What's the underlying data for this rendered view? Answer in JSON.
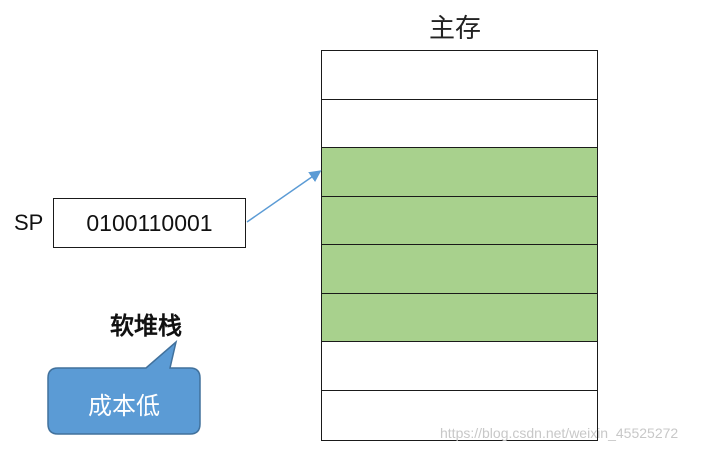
{
  "diagram": {
    "title": "主存",
    "memory_rows": [
      {
        "fill": "#ffffff"
      },
      {
        "fill": "#ffffff"
      },
      {
        "fill": "#a8d18d"
      },
      {
        "fill": "#a8d18d"
      },
      {
        "fill": "#a8d18d"
      },
      {
        "fill": "#a8d18d"
      },
      {
        "fill": "#ffffff"
      },
      {
        "fill": "#ffffff"
      }
    ],
    "sp_label": "SP",
    "sp_value": "0100110001",
    "stack_label": "软堆栈",
    "callout_text": "成本低",
    "colors": {
      "stack_fill": "#a8d18d",
      "arrow": "#5b9bd5",
      "callout_fill": "#5b9bd5",
      "callout_stroke": "#41719c"
    },
    "watermark": "https://blog.csdn.net/weixin_45525272"
  }
}
